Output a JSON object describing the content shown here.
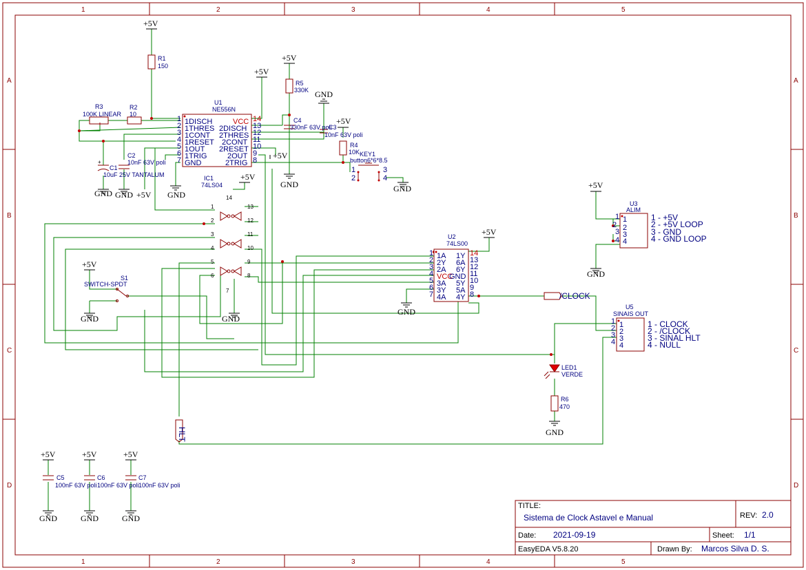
{
  "grid": {
    "columns": [
      "1",
      "2",
      "3",
      "4",
      "5"
    ],
    "rows": [
      "A",
      "B",
      "C",
      "D"
    ]
  },
  "power": {
    "vcc": "+5V",
    "gnd": "GND"
  },
  "components": {
    "r1": {
      "ref": "R1",
      "value": "150"
    },
    "r2": {
      "ref": "R2",
      "value": "10"
    },
    "r3": {
      "ref": "R3",
      "value": "100K LINEAR"
    },
    "r4": {
      "ref": "R4",
      "value": "10K"
    },
    "r5": {
      "ref": "R5",
      "value": "330K"
    },
    "r6": {
      "ref": "R6",
      "value": "470"
    },
    "c1": {
      "ref": "C1",
      "value": "10uF 25V TANTALUM"
    },
    "c2": {
      "ref": "C2",
      "value": "10nF 63V poli"
    },
    "c3": {
      "ref": "C3",
      "value": "10nF 63V poli"
    },
    "c4": {
      "ref": "C4",
      "value": "330nF 63V poli"
    },
    "c5": {
      "ref": "C5",
      "value": "100nF 63V poli"
    },
    "c6": {
      "ref": "C6",
      "value": "100nF 63V poli"
    },
    "c7": {
      "ref": "C7",
      "value": "100nF 63V poli"
    },
    "u1": {
      "ref": "U1",
      "value": "NE556N",
      "left_pins": [
        "1DISCH",
        "1THRES",
        "1CONT",
        "1RESET",
        "1OUT",
        "1TRIG",
        "GND"
      ],
      "left_nums": [
        "1",
        "2",
        "3",
        "4",
        "5",
        "6",
        "7"
      ],
      "right_pins": [
        "VCC",
        "2DISCH",
        "2THRES",
        "2CONT",
        "2RESET",
        "2OUT",
        "2TRIG"
      ],
      "right_nums": [
        "14",
        "13",
        "12",
        "11",
        "10",
        "9",
        "8"
      ]
    },
    "ic1": {
      "ref": "IC1",
      "value": "74LS04",
      "pins": [
        "1",
        "2",
        "3",
        "4",
        "5",
        "6",
        "7",
        "8",
        "9",
        "10",
        "11",
        "12",
        "13",
        "14"
      ]
    },
    "u2": {
      "ref": "U2",
      "value": "74LS00",
      "left_pins": [
        "1A",
        "2Y",
        "2A",
        "VCC",
        "3A",
        "3Y",
        "4A"
      ],
      "left_nums": [
        "1",
        "2",
        "3",
        "4",
        "5",
        "6",
        "7"
      ],
      "right_pins": [
        "1Y",
        "6A",
        "6Y",
        "GND",
        "5Y",
        "5A",
        "4Y"
      ],
      "right_nums": [
        "14",
        "13",
        "12",
        "11",
        "10",
        "9",
        "8"
      ]
    },
    "s1": {
      "ref": "S1",
      "value": "SWITCH-SPDT"
    },
    "key1": {
      "ref": "KEY1",
      "value": "button6*6*8.5",
      "pins": [
        "1",
        "2",
        "3",
        "4"
      ]
    },
    "led1": {
      "ref": "LED1",
      "value": "VERDE"
    },
    "u3": {
      "ref": "U3",
      "value": "ALIM",
      "pins": [
        "1",
        "2",
        "3",
        "4"
      ],
      "labels": [
        "1 - +5V",
        "2 - +5V LOOP",
        "3 - GND",
        "4 - GND LOOP"
      ]
    },
    "u5": {
      "ref": "U5",
      "value": "SINAIS OUT",
      "pins": [
        "1",
        "2",
        "3",
        "4"
      ],
      "labels": [
        "1 - CLOCK",
        "2 - /CLOCK",
        "3 - SINAL HLT",
        "4 - NULL"
      ]
    }
  },
  "net_labels": {
    "clock_n": "/CLOCK",
    "hlt": "HLT"
  },
  "title_block": {
    "title_label": "TITLE:",
    "title": "Sistema de Clock Astavel e Manual",
    "rev_label": "REV:",
    "rev": "2.0",
    "date_label": "Date:",
    "date": "2021-09-19",
    "sheet_label": "Sheet:",
    "sheet": "1/1",
    "tool": "EasyEDA V5.8.20",
    "drawn_label": "Drawn By:",
    "drawn_by": "Marcos Silva D. S."
  }
}
